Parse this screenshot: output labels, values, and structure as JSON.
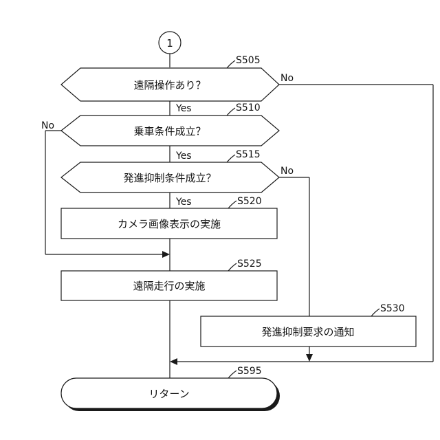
{
  "connector": {
    "label": "1"
  },
  "decisions": [
    {
      "step": "S505",
      "text": "遠隔操作あり？"
    },
    {
      "step": "S510",
      "text": "乗車条件成立？"
    },
    {
      "step": "S515",
      "text": "発進抑制条件成立？"
    }
  ],
  "processes": [
    {
      "step": "S520",
      "text": "カメラ画像表示の実施"
    },
    {
      "step": "S525",
      "text": "遠隔走行の実施"
    },
    {
      "step": "S530",
      "text": "発進抑制要求の通知"
    }
  ],
  "terminal": {
    "step": "S595",
    "text": "リターン"
  },
  "branch_labels": {
    "yes": "Yes",
    "no": "No"
  }
}
